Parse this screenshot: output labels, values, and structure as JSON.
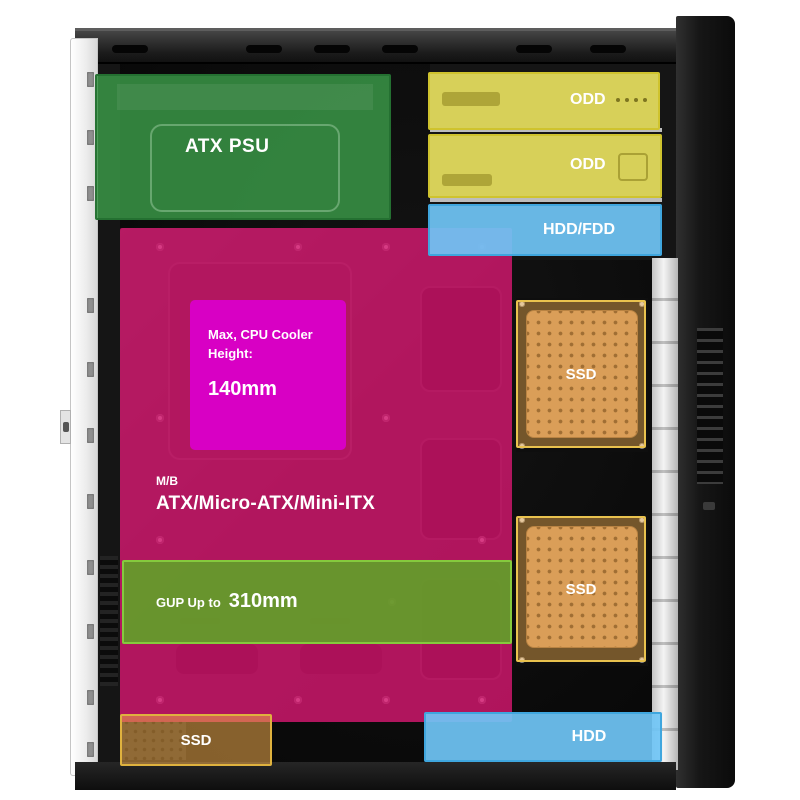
{
  "annotations": {
    "psu": {
      "label": "ATX PSU"
    },
    "odd_top": {
      "label": "ODD"
    },
    "odd_bottom": {
      "label": "ODD"
    },
    "hdd_fdd": {
      "label": "HDD/FDD"
    },
    "cpu_cooler": {
      "line1": "Max, CPU Cooler",
      "line2": "Height:",
      "value": "140mm"
    },
    "motherboard": {
      "prefix": "M/B",
      "form_factors": "ATX/Micro-ATX/Mini-ITX"
    },
    "gpu": {
      "prefix": "GUP Up to",
      "value": "310mm"
    },
    "ssd_upper": {
      "label": "SSD"
    },
    "ssd_lower": {
      "label": "SSD"
    },
    "ssd_bottom": {
      "label": "SSD"
    },
    "hdd_bottom": {
      "label": "HDD"
    }
  },
  "colors": {
    "psu_green": "#3a9646",
    "gpu_green": "#5caa24",
    "odd_yellow": "#ece45f",
    "hdd_blue": "#70c6f6",
    "mb_magenta": "#d8126e",
    "cpu_magenta": "#da00c8",
    "ssd_orange": "#f2b050",
    "label_text": "#ffffff"
  }
}
